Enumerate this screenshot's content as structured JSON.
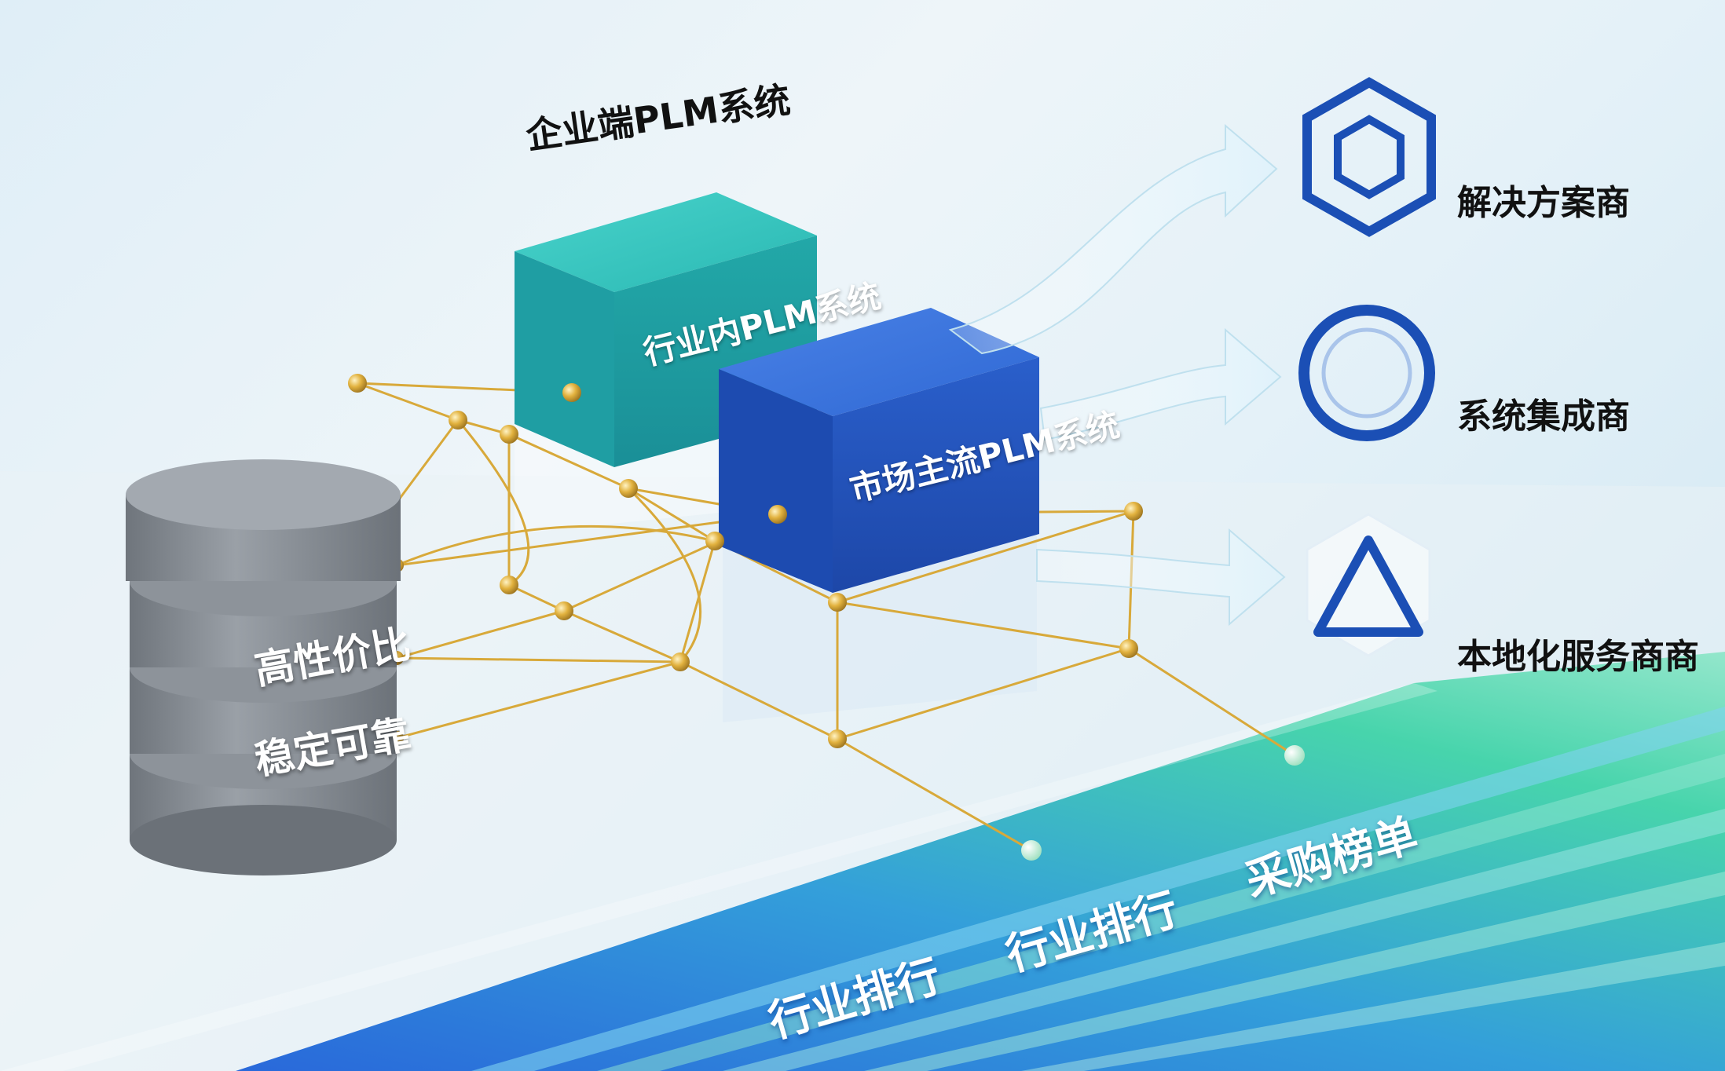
{
  "enterprise_title": "企业端PLM系统",
  "boxes": {
    "industry": "行业内PLM系统",
    "mainstream": "市场主流PLM系统"
  },
  "database": {
    "labels": [
      "高性价比",
      "稳定可靠"
    ]
  },
  "providers": [
    {
      "label": "解决方案商",
      "icon": "hexagon-icon"
    },
    {
      "label": "系统集成商",
      "icon": "circle-icon"
    },
    {
      "label": "本地化服务商商",
      "icon": "triangle-icon"
    }
  ],
  "rankings": [
    "行业排行",
    "行业排行",
    "采购榜单"
  ],
  "colors": {
    "teal_box": "#2ab8b3",
    "blue_box": "#2a63cf",
    "icon_blue": "#1b4fb5",
    "gold": "#d8a93a",
    "cylinder": "#8b9198"
  }
}
